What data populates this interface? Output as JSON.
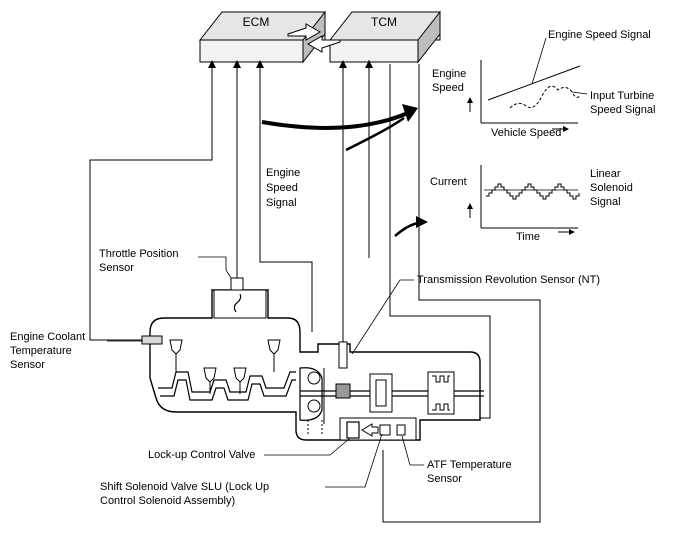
{
  "modules": {
    "ecm": "ECM",
    "tcm": "TCM"
  },
  "labels": {
    "engine_speed_signal_mid": [
      "Engine",
      "Speed",
      "Signal"
    ],
    "throttle_position_sensor": [
      "Throttle Position",
      "Sensor"
    ],
    "engine_coolant_temperature_sensor": [
      "Engine Coolant",
      "Temperature",
      "Sensor"
    ],
    "transmission_revolution_sensor": "Transmission Revolution Sensor (NT)",
    "lockup_control_valve": "Lock-up Control Valve",
    "shift_solenoid_valve_slu": [
      "Shift Solenoid Valve SLU (Lock Up",
      "Control Solenoid Assembly)"
    ],
    "atf_temperature_sensor": [
      "ATF Temperature",
      "Sensor"
    ]
  },
  "graph_speed": {
    "y_label": [
      "Engine",
      "Speed"
    ],
    "x_label": "Vehicle Speed",
    "series_engine": "Engine Speed Signal",
    "series_turbine": [
      "Input Turbine",
      "Speed Signal"
    ]
  },
  "graph_current": {
    "y_label": "Current",
    "x_label": "Time",
    "series_solenoid": [
      "Linear",
      "Solenoid",
      "Signal"
    ]
  },
  "colors": {
    "line": "#000000",
    "module_face": "#f2f2f2",
    "module_side": "#bdbdbd",
    "sensor_fill": "#d9d9d9"
  }
}
